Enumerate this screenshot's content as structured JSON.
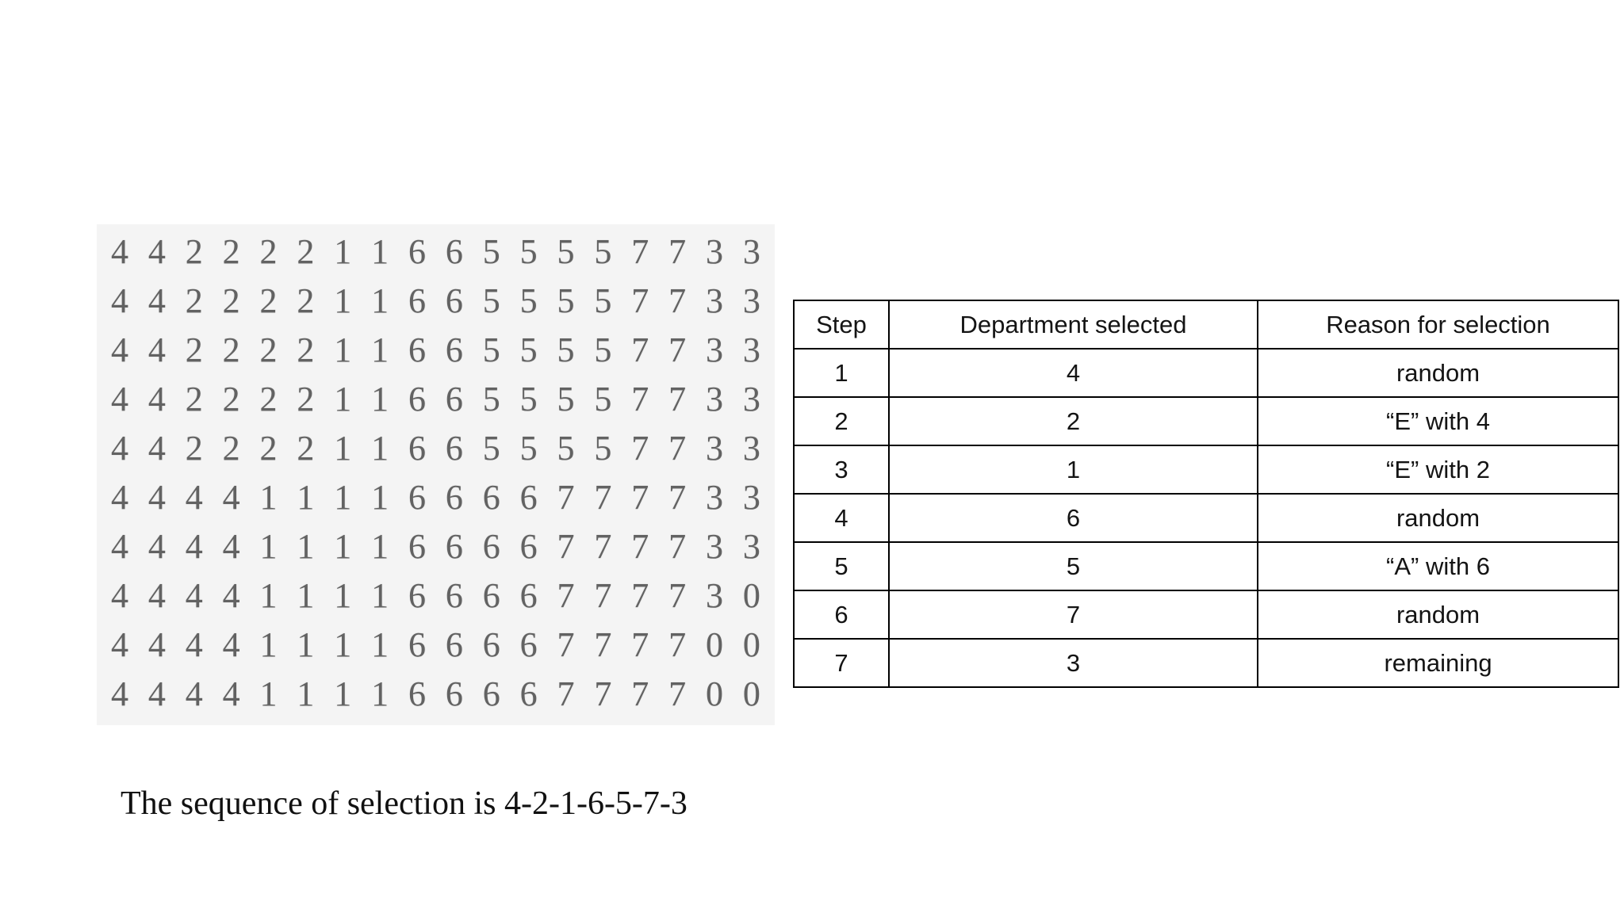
{
  "layout_grid": {
    "title": "department-layout-grid",
    "rows": 10,
    "cols": 18,
    "background_color": "#f4f4f4",
    "cells": [
      [
        "4",
        "4",
        "2",
        "2",
        "2",
        "2",
        "1",
        "1",
        "6",
        "6",
        "5",
        "5",
        "5",
        "5",
        "7",
        "7",
        "3",
        "3"
      ],
      [
        "4",
        "4",
        "2",
        "2",
        "2",
        "2",
        "1",
        "1",
        "6",
        "6",
        "5",
        "5",
        "5",
        "5",
        "7",
        "7",
        "3",
        "3"
      ],
      [
        "4",
        "4",
        "2",
        "2",
        "2",
        "2",
        "1",
        "1",
        "6",
        "6",
        "5",
        "5",
        "5",
        "5",
        "7",
        "7",
        "3",
        "3"
      ],
      [
        "4",
        "4",
        "2",
        "2",
        "2",
        "2",
        "1",
        "1",
        "6",
        "6",
        "5",
        "5",
        "5",
        "5",
        "7",
        "7",
        "3",
        "3"
      ],
      [
        "4",
        "4",
        "2",
        "2",
        "2",
        "2",
        "1",
        "1",
        "6",
        "6",
        "5",
        "5",
        "5",
        "5",
        "7",
        "7",
        "3",
        "3"
      ],
      [
        "4",
        "4",
        "4",
        "4",
        "1",
        "1",
        "1",
        "1",
        "6",
        "6",
        "6",
        "6",
        "7",
        "7",
        "7",
        "7",
        "3",
        "3"
      ],
      [
        "4",
        "4",
        "4",
        "4",
        "1",
        "1",
        "1",
        "1",
        "6",
        "6",
        "6",
        "6",
        "7",
        "7",
        "7",
        "7",
        "3",
        "3"
      ],
      [
        "4",
        "4",
        "4",
        "4",
        "1",
        "1",
        "1",
        "1",
        "6",
        "6",
        "6",
        "6",
        "7",
        "7",
        "7",
        "7",
        "3",
        "0"
      ],
      [
        "4",
        "4",
        "4",
        "4",
        "1",
        "1",
        "1",
        "1",
        "6",
        "6",
        "6",
        "6",
        "7",
        "7",
        "7",
        "7",
        "0",
        "0"
      ],
      [
        "4",
        "4",
        "4",
        "4",
        "1",
        "1",
        "1",
        "1",
        "6",
        "6",
        "6",
        "6",
        "7",
        "7",
        "7",
        "7",
        "0",
        "0"
      ]
    ]
  },
  "caption": {
    "text": "The sequence of selection is 4-2-1-6-5-7-3"
  },
  "selection_table": {
    "headers": [
      "Step",
      "Department selected",
      "Reason for selection"
    ],
    "rows": [
      {
        "step": "1",
        "department": "4",
        "reason": "random"
      },
      {
        "step": "2",
        "department": "2",
        "reason": "“E” with 4"
      },
      {
        "step": "3",
        "department": "1",
        "reason": "“E” with 2"
      },
      {
        "step": "4",
        "department": "6",
        "reason": "random"
      },
      {
        "step": "5",
        "department": "5",
        "reason": "“A” with 6"
      },
      {
        "step": "6",
        "department": "7",
        "reason": "random"
      },
      {
        "step": "7",
        "department": "3",
        "reason": "remaining"
      }
    ]
  },
  "colors": {
    "page_background": "#ffffff",
    "grid_background": "#f4f4f4",
    "grid_digit": "#3a3a3a",
    "table_border": "#000000",
    "table_text": "#141414",
    "caption_text": "#111111"
  }
}
